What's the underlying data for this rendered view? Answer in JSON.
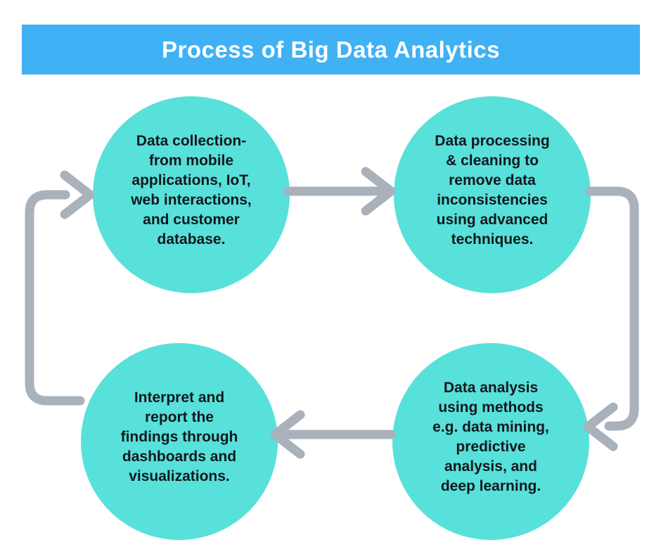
{
  "title": "Process of Big Data Analytics",
  "steps": [
    {
      "id": "data-collection",
      "position": "top-left",
      "text": "Data collection-\nfrom mobile\napplications, IoT,\nweb interactions,\nand customer\ndatabase."
    },
    {
      "id": "data-processing",
      "position": "top-right",
      "text": "Data processing\n& cleaning to\nremove data\ninconsistencies\nusing advanced\ntechniques."
    },
    {
      "id": "data-analysis",
      "position": "bottom-right",
      "text": "Data analysis\nusing methods\ne.g. data mining,\npredictive\nanalysis, and\ndeep learning."
    },
    {
      "id": "interpret-report",
      "position": "bottom-left",
      "text": "Interpret and\nreport the\nfindings through\ndashboards and\nvisualizations."
    }
  ],
  "flow": {
    "cycle_order": [
      "data-collection",
      "data-processing",
      "data-analysis",
      "interpret-report"
    ]
  },
  "colors": {
    "banner": "#3FB1F4",
    "circle": "#58E0DB",
    "arrow": "#A9B2BA",
    "step_text": "#13181C",
    "title_text": "#FFFFFF",
    "background": "#FFFFFF"
  }
}
